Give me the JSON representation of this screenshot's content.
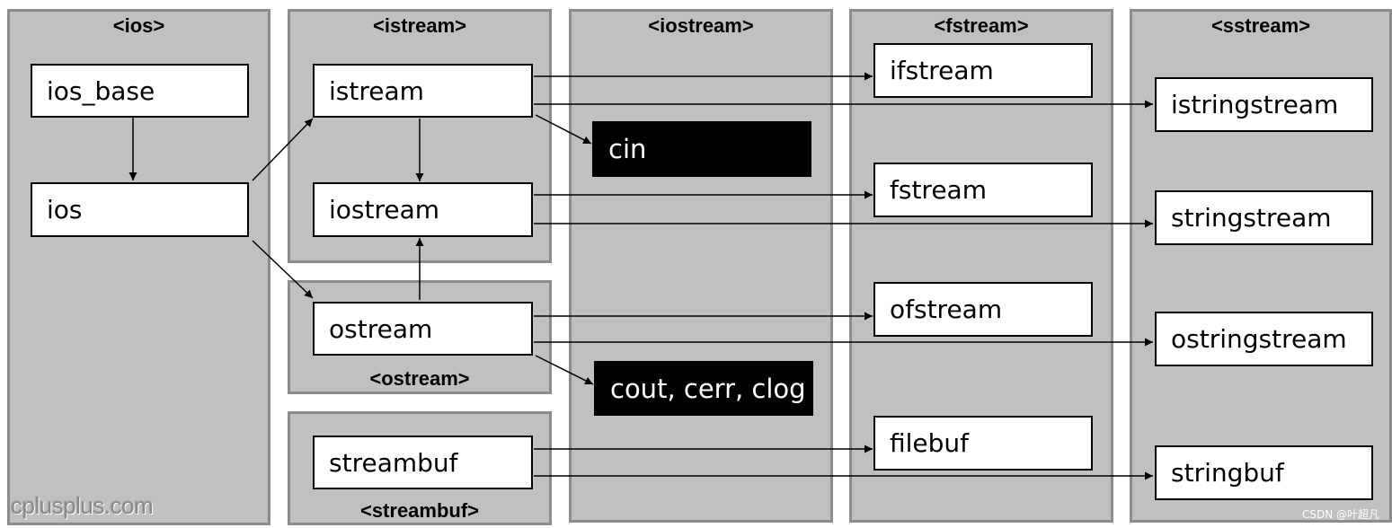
{
  "headers": {
    "ios": "<ios>",
    "istream": "<istream>",
    "ostream": "<ostream>",
    "streambuf": "<streambuf>",
    "iostream": "<iostream>",
    "fstream": "<fstream>",
    "sstream": "<sstream>"
  },
  "classes": {
    "ios_base": "ios_base",
    "ios": "ios",
    "istream": "istream",
    "iostream": "iostream",
    "ostream": "ostream",
    "streambuf": "streambuf",
    "ifstream": "ifstream",
    "fstream": "fstream",
    "ofstream": "ofstream",
    "filebuf": "filebuf",
    "istringstream": "istringstream",
    "stringstream": "stringstream",
    "ostringstream": "ostringstream",
    "stringbuf": "stringbuf"
  },
  "objects": {
    "cin": "cin",
    "cout_group": "cout, cerr, clog"
  },
  "watermark": "cplusplus.com",
  "credit": "CSDN @叶超凡",
  "colors": {
    "panel": "#c0c0c0",
    "panel_border": "#8c8c8c",
    "class_box": "#ffffff",
    "object_box": "#000000"
  }
}
